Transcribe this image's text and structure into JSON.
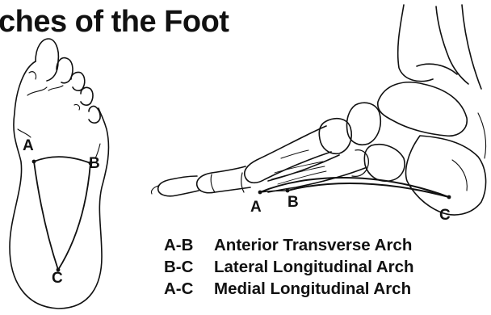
{
  "title": "ches of the Foot",
  "plantar_view": {
    "label_a": "A",
    "label_b": "B",
    "label_c": "C"
  },
  "side_view": {
    "label_a": "A",
    "label_b": "B",
    "label_c": "C"
  },
  "legend": [
    {
      "code": "A-B",
      "text": "Anterior Transverse Arch"
    },
    {
      "code": "B-C",
      "text": "Lateral Longitudinal Arch"
    },
    {
      "code": "A-C",
      "text": "Medial Longitudinal Arch"
    }
  ]
}
